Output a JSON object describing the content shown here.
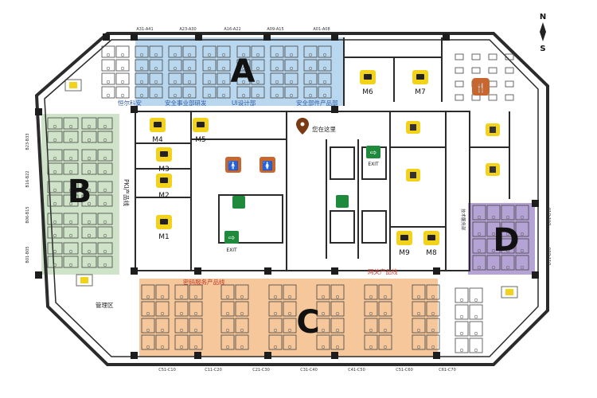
{
  "compass": {
    "n": "N",
    "s": "S"
  },
  "zones": {
    "a": {
      "letter": "A",
      "color": "#b9d8ef"
    },
    "b": {
      "letter": "B",
      "color": "#cfe3c8"
    },
    "c": {
      "letter": "C",
      "color": "#f6c79a"
    },
    "d": {
      "letter": "D",
      "color": "#b6a3d6"
    }
  },
  "zone_labels": {
    "a_left": "恒尔科安",
    "a_mid": "安全事业部研发",
    "a_ui": "UI设计部",
    "a_right": "安全部件产品部",
    "b_side": "PKI产品线",
    "c_left": "密码服务产品线",
    "c_right": "网关产品线",
    "mgmt": "管理区",
    "you_are_here": "您在这里",
    "d_side": "技术服务部"
  },
  "seat_codes": {
    "top": [
      "A31-A41",
      "A23-A30",
      "A16-A22",
      "A09-A15",
      "A01-A08"
    ],
    "bottom": [
      "C51-C10",
      "C11-C20",
      "C21-C30",
      "C31-C40",
      "C41-C50",
      "C51-C60",
      "C61-C70"
    ],
    "left": [
      "B23-B33",
      "B16-B22",
      "B06-B15",
      "B01-B05"
    ],
    "right": [
      "D01-D10",
      "D11-D20"
    ]
  },
  "rooms": {
    "m1": "M1",
    "m2": "M2",
    "m3": "M3",
    "m4": "M4",
    "m5": "M5",
    "m6": "M6",
    "m7": "M7",
    "m8": "M8",
    "m9": "M9"
  },
  "exit": {
    "upper": "EXIT",
    "lower": "EXIT"
  },
  "colors": {
    "wall": "#2b2b2b",
    "room_badge": "#f2d21a",
    "toilet_badge": "#c8662f",
    "exit_badge": "#1f8a3c",
    "restaurant_badge": "#c8662f",
    "label_blue": "#2d5aa6",
    "label_red": "#c0392b"
  },
  "icons": {
    "room": "projector-icon",
    "toilet": "restroom-icon",
    "exit": "exit-icon",
    "restaurant": "restaurant-icon",
    "location": "location-pin-icon"
  }
}
